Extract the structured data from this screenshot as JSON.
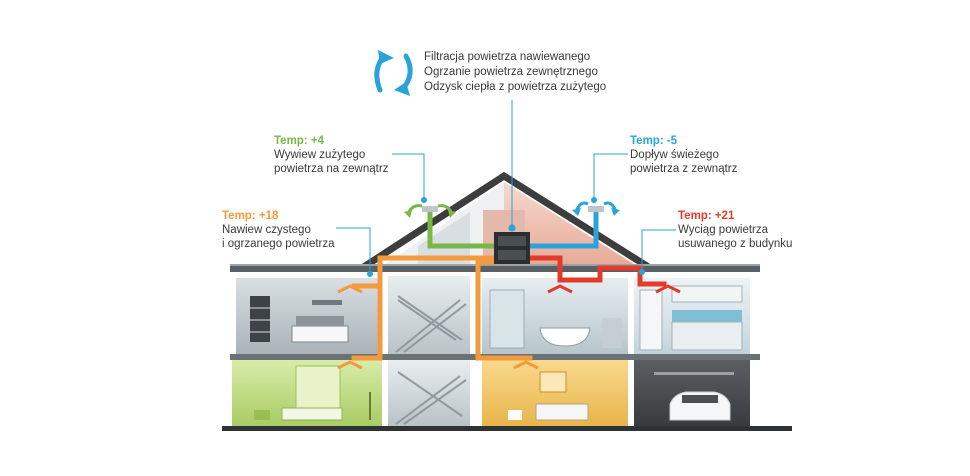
{
  "features": [
    "Filtracja powietrza nawiewanego",
    "Ogrzanie powietrza zewnętrznego",
    "Odzysk ciepła z powietrza zużytego"
  ],
  "annotations": {
    "exhaust": {
      "temp": "Temp: +4",
      "line1": "Wywiew zużytego",
      "line2": "powietrza na zewnątrz"
    },
    "fresh": {
      "temp": "Temp: -5",
      "line1": "Dopływ świeżego",
      "line2": "powietrza z zewnątrz"
    },
    "supply": {
      "temp": "Temp: +18",
      "line1": "Nawiew czystego",
      "line2": "i ogrzanego powietrza"
    },
    "extract": {
      "temp": "Temp: +21",
      "line1": "Wyciąg powietrza",
      "line2": "usuwanego z budynku"
    }
  },
  "colors": {
    "exhaust": "#7ab648",
    "fresh": "#29a3d9",
    "supply": "#f39a3c",
    "extract": "#e23b2a",
    "roof": "#3a3a3a",
    "cycle_icon": "#29a3d9"
  }
}
